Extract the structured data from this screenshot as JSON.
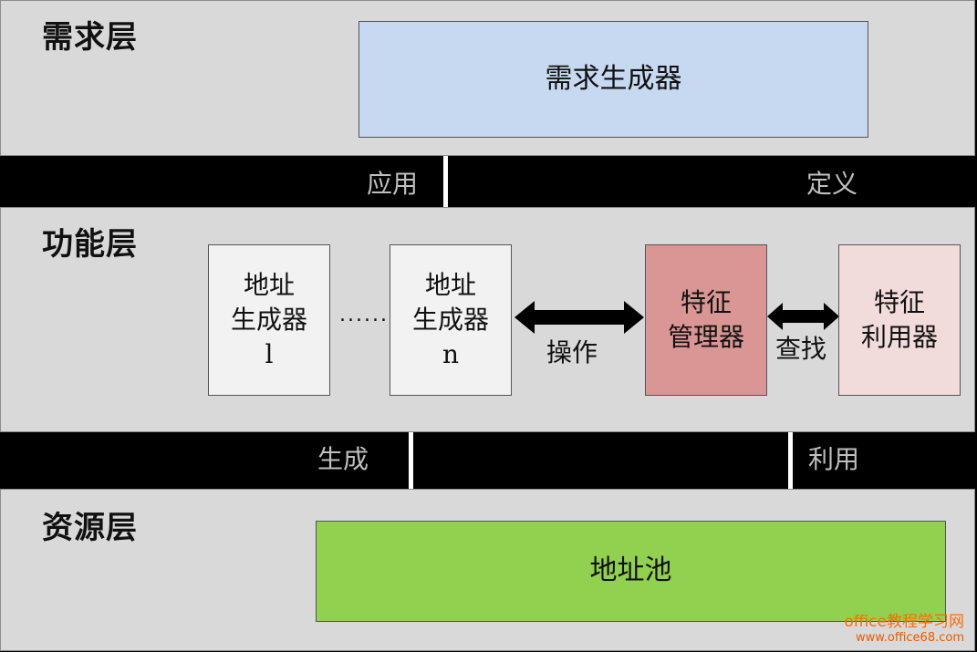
{
  "layers": {
    "demand": {
      "title": "需求层",
      "box_label": "需求生成器"
    },
    "function": {
      "title": "功能层",
      "addr_gen_1": {
        "line1": "地址",
        "line2": "生成器",
        "line3": "l"
      },
      "dots": "......",
      "addr_gen_n": {
        "line1": "地址",
        "line2": "生成器",
        "line3": "n"
      },
      "op_label": "操作",
      "feature_manager": {
        "line1": "特征",
        "line2": "管理器"
      },
      "search_label": "查找",
      "feature_user": {
        "line1": "特征",
        "line2": "利用器"
      }
    },
    "resource": {
      "title": "资源层",
      "box_label": "地址池"
    }
  },
  "connectors": {
    "apply": "应用",
    "define": "定义",
    "generate": "生成",
    "utilize": "利用"
  },
  "watermark": {
    "line1": "office教程学习网",
    "line2": "www.office68.com"
  },
  "colors": {
    "background": "#000000",
    "layer_fill": "#d9d9d9",
    "demand_box": "#c6d9f1",
    "addr_box": "#f2f2f2",
    "feature_manager": "#d99694",
    "feature_user": "#f2dcdb",
    "address_pool": "#92d050"
  }
}
